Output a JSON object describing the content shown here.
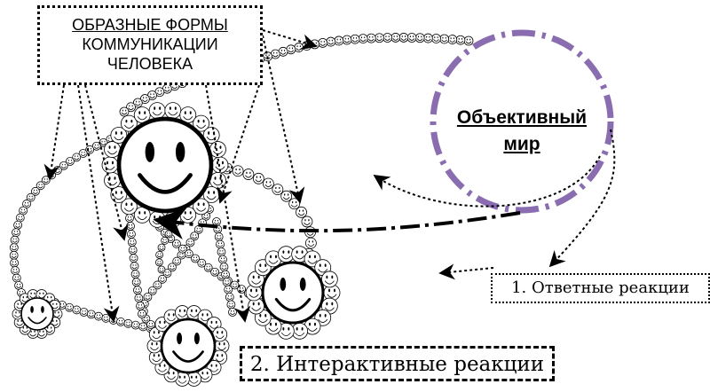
{
  "labels": {
    "forms_line1": "ОБРАЗНЫЕ ФОРМЫ",
    "forms_line2": "КОММУНИКАЦИИ",
    "forms_line3": "ЧЕЛОВЕКА",
    "objective_line1": "Объективный",
    "objective_line2": "мир",
    "answer": "1. Ответные реакции",
    "interactive": "2. Интерактивные реакции"
  },
  "colors": {
    "objective_circle": "#8a6db0",
    "ink": "#000000"
  },
  "icons": {
    "smiley": "smiley-face-icon"
  }
}
